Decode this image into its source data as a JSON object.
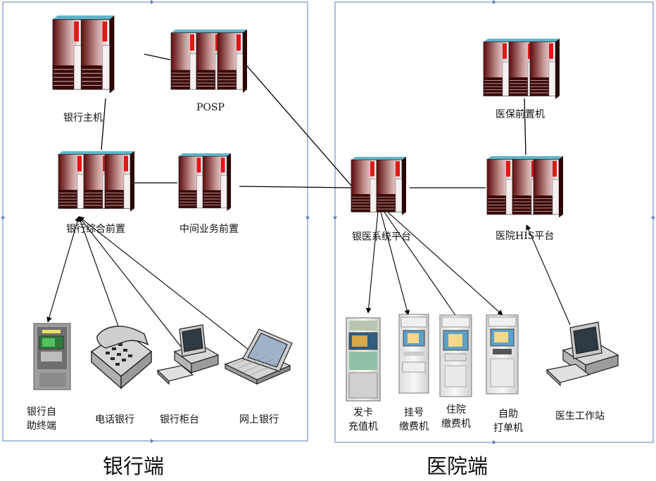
{
  "zones": {
    "bank": {
      "title": "银行端"
    },
    "hospital": {
      "title": "医院端"
    }
  },
  "nodes": {
    "bank_host": "银行主机",
    "posp": "POSP",
    "bank_front": "银行综合前置",
    "middleware_front": "中间业务前置",
    "bank_medical_platform": "银医系统平台",
    "insurance_front": "医保前置机",
    "his_platform": "医院HIS平台",
    "atm_line1": "银行自",
    "atm_line2": "助终端",
    "phone_bank": "电话银行",
    "counter": "银行柜台",
    "online_bank": "网上银行",
    "card_line1": "发卡",
    "card_line2": "充值机",
    "reg_line1": "挂号",
    "reg_line2": "缴费机",
    "inpatient_line1": "住院",
    "inpatient_line2": "缴费机",
    "print_line1": "自助",
    "print_line2": "打单机",
    "doctor_station": "医生工作站"
  },
  "colors": {
    "server_dark": "#6b1010",
    "server_light": "#f4ecec",
    "server_top": "#5fb6cc",
    "server_red": "#e01818",
    "border": "#5b7fb8",
    "line": "#000000"
  }
}
